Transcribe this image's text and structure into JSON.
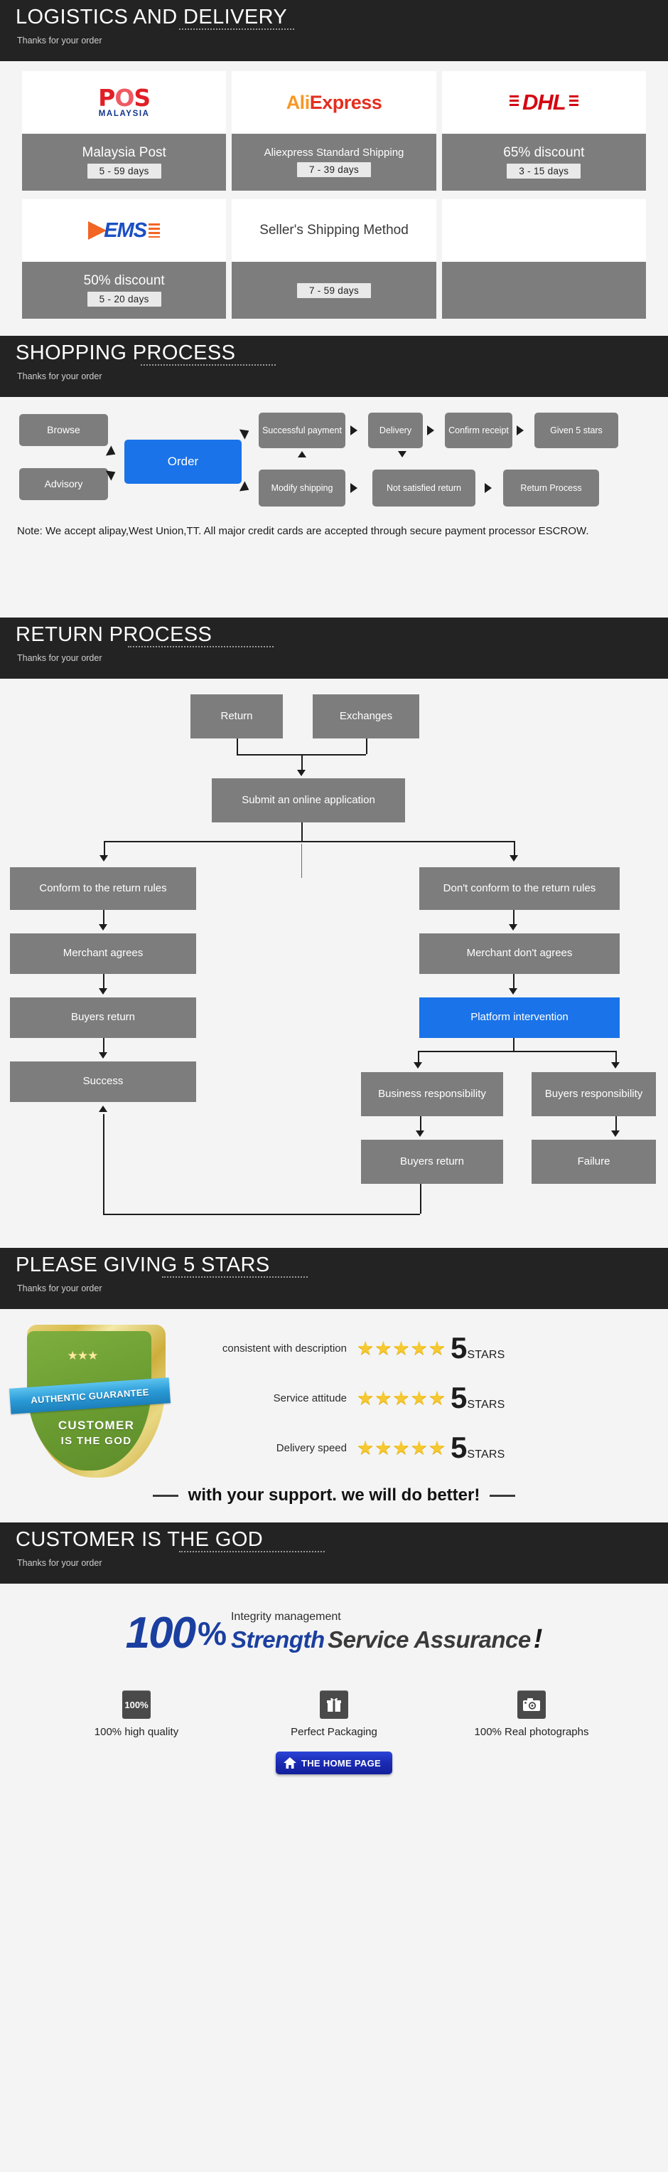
{
  "sections": {
    "logistics": {
      "title": "LOGISTICS AND DELIVERY",
      "subtitle": "Thanks for your order"
    },
    "shopping": {
      "title": "SHOPPING PROCESS",
      "subtitle": "Thanks for your order"
    },
    "returns": {
      "title": "RETURN PROCESS",
      "subtitle": "Thanks for your order"
    },
    "stars": {
      "title": "PLEASE GIVING 5 STARS",
      "subtitle": "Thanks for your order"
    },
    "god": {
      "title": "CUSTOMER IS THE GOD",
      "subtitle": "Thanks for your order"
    }
  },
  "shipping_methods": [
    {
      "logo": "pos-malaysia-logo",
      "logo_text": "POS",
      "logo_sub": "MALAYSIA",
      "name": "Malaysia Post",
      "days": "5 - 59 days",
      "blank": false
    },
    {
      "logo": "aliexpress-logo",
      "logo_text": "AliExpress",
      "logo_sub": "",
      "name": "Aliexpress Standard Shipping",
      "days": "7 - 39 days",
      "blank": false
    },
    {
      "logo": "dhl-logo",
      "logo_text": "DHL",
      "logo_sub": "",
      "name": "65% discount",
      "days": "3 - 15 days",
      "blank": false
    },
    {
      "logo": "ems-logo",
      "logo_text": "EMS",
      "logo_sub": "",
      "name": "50% discount",
      "days": "5 - 20 days",
      "blank": false
    },
    {
      "logo": "sellers-method-text",
      "logo_text": "Seller's Shipping Method",
      "logo_sub": "",
      "name": "",
      "days": "7 - 59 days",
      "blank": false
    },
    {
      "logo": "empty",
      "logo_text": "",
      "logo_sub": "",
      "name": "",
      "days": "",
      "blank": true
    }
  ],
  "shopping_flow": {
    "nodes": {
      "browse": "Browse",
      "advisory": "Advisory",
      "order": "Order",
      "successful_payment": "Successful payment",
      "delivery": "Delivery",
      "confirm_receipt": "Confirm receipt",
      "given_5_stars": "Given 5 stars",
      "modify_shipping": "Modify shipping",
      "not_satisfied_return": "Not satisfied return",
      "return_process": "Return Process"
    },
    "note": "Note: We accept alipay,West Union,TT. All major credit cards are accepted through secure payment processor ESCROW."
  },
  "return_flow": {
    "nodes": {
      "return": "Return",
      "exchanges": "Exchanges",
      "submit_application": "Submit an online application",
      "conform": "Conform to the return rules",
      "dont_conform": "Don't conform to the return rules",
      "merchant_agrees": "Merchant agrees",
      "merchant_dont_agree": "Merchant don't agrees",
      "buyers_return_left": "Buyers return",
      "platform_intervention": "Platform intervention",
      "success": "Success",
      "business_responsibility": "Business responsibility",
      "buyers_responsibility": "Buyers responsibility",
      "buyers_return_right": "Buyers return",
      "failure": "Failure"
    }
  },
  "badge": {
    "ribbon": "AUTHENTIC GUARANTEE",
    "line1": "CUSTOMER",
    "line2": "IS THE GOD"
  },
  "ratings": [
    {
      "label": "consistent with description",
      "stars": "★★★★★",
      "score": "5",
      "suffix": "STARS"
    },
    {
      "label": "Service attitude",
      "stars": "★★★★★",
      "score": "5",
      "suffix": "STARS"
    },
    {
      "label": "Delivery speed",
      "stars": "★★★★★",
      "score": "5",
      "suffix": "STARS"
    }
  ],
  "support_line": "with your support. we will do better!",
  "hero": {
    "hundred": "100",
    "percent": "%",
    "small": "Integrity management",
    "strength": "Strength",
    "service": "Service Assurance",
    "bang": "!"
  },
  "features": [
    {
      "icon": "percent-badge-icon",
      "icon_text": "100%",
      "label": "100% high quality"
    },
    {
      "icon": "gift-icon",
      "icon_text": "",
      "label": "Perfect Packaging"
    },
    {
      "icon": "camera-icon",
      "icon_text": "",
      "label": "100% Real photographs"
    }
  ],
  "home_button": {
    "label": "THE HOME PAGE",
    "icon": "home-icon"
  },
  "colors": {
    "banner_bg": "#232323",
    "page_bg": "#f4f4f4",
    "node_gray": "#7d7d7d",
    "accent_blue": "#1a73e8",
    "star_yellow": "#f6c831",
    "hero_blue": "#1b3fa0"
  }
}
